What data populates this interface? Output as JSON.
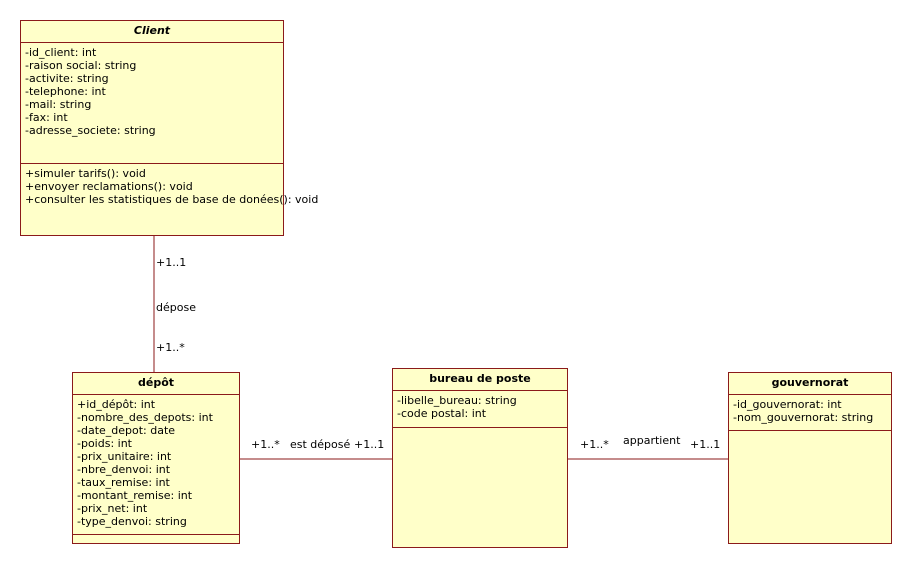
{
  "classes": {
    "client": {
      "name": "Client",
      "attributes": [
        "-id_client: int",
        "-raison social: string",
        "-activite: string",
        "-telephone: int",
        "-mail: string",
        "-fax: int",
        "-adresse_societe: string"
      ],
      "operations": [
        "+simuler tarifs(): void",
        "+envoyer reclamations(): void",
        "+consulter les statistiques de base de donées(): void"
      ]
    },
    "depot": {
      "name": "dépôt",
      "attributes": [
        "+id_dépôt: int",
        "-nombre_des_depots: int",
        "-date_depot: date",
        "-poids: int",
        "-prix_unitaire: int",
        "-nbre_denvoi: int",
        "-taux_remise: int",
        "-montant_remise: int",
        "-prix_net: int",
        "-type_denvoi: string"
      ],
      "operations": []
    },
    "bureau": {
      "name": "bureau de poste",
      "attributes": [
        "-libelle_bureau: string",
        "-code postal: int"
      ],
      "operations": []
    },
    "gouvernorat": {
      "name": "gouvernorat",
      "attributes": [
        "-id_gouvernorat: int",
        "-nom_gouvernorat: string"
      ],
      "operations": []
    }
  },
  "associations": {
    "depose": {
      "name": "dépose",
      "mult_client": "+1..1",
      "mult_depot": "+1..*"
    },
    "est_depose": {
      "name": "est déposé",
      "mult_depot": "+1..*",
      "mult_bureau": "+1..1"
    },
    "appartient": {
      "name": "appartient",
      "mult_bureau": "+1..*",
      "mult_gouv": "+1..1"
    }
  },
  "colors": {
    "border": "#8b1a1a",
    "fill": "#ffffc9",
    "link": "#8b1a1a"
  }
}
